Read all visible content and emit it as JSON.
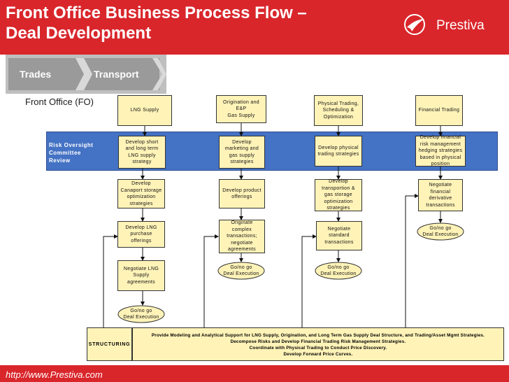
{
  "header": {
    "title_line1": "Front Office Business Process Flow –",
    "title_line2": "Deal Development",
    "brand": "Prestiva",
    "colors": {
      "accent": "#d9262b",
      "band": "#4472c4",
      "box": "#fff3b8"
    }
  },
  "nav": {
    "tabs": [
      {
        "label": "Trades"
      },
      {
        "label": "Transport"
      }
    ]
  },
  "lane": {
    "label": "Front Office (FO)"
  },
  "band": {
    "label_line1": "Risk Oversight",
    "label_line2": "Committee",
    "label_line3": "Review"
  },
  "columns": [
    {
      "header": [
        "LNG Supply"
      ],
      "steps": [
        [
          "Develop short",
          "and long term",
          "LNG supply",
          "strategy"
        ],
        [
          "Develop",
          "Canaport storage",
          "optimization",
          "strategies"
        ],
        [
          "Develop LNG",
          "purchase",
          "offerings"
        ],
        [
          "Negotiate LNG",
          "Supply",
          "agreements"
        ]
      ],
      "decision": [
        "Go/no go",
        "Deal Execution"
      ]
    },
    {
      "header": [
        "Origination and E&P",
        "Gas Supply"
      ],
      "steps": [
        [
          "Develop",
          "marketing and",
          "gas supply",
          "strategies"
        ],
        [
          "Develop product",
          "offerings"
        ],
        [
          "Originate",
          "complex",
          "transactions;",
          "negotiate",
          "agreements"
        ]
      ],
      "decision": [
        "Go/no go",
        "Deal Execution"
      ]
    },
    {
      "header": [
        "Physical Trading,",
        "Scheduling &",
        "Optimization"
      ],
      "steps": [
        [
          "Develop physical",
          "trading strategies"
        ],
        [
          "Develop",
          "transportion &",
          "gas storage",
          "optimization",
          "strategies"
        ],
        [
          "Negotiate",
          "standard",
          "transactions"
        ]
      ],
      "decision": [
        "Go/no go",
        "Deal Execution"
      ]
    },
    {
      "header": [
        "Financial Trading"
      ],
      "steps": [
        [
          "Develop financial",
          "risk management",
          "hedging strategies",
          "based in physical",
          "position"
        ],
        [
          "Negotiate",
          "financial",
          "derivative",
          "transactions"
        ]
      ],
      "decision": [
        "Go/no go",
        "Deal Execution"
      ]
    }
  ],
  "structuring": {
    "label": "STRUCTURING",
    "lines": [
      "Provide Modeling and Analytical Support for LNG Supply, Origination, and Long Term Gas Supply Deal Structure, and Trading/Asset Mgmt Strategies.",
      "Decompose Risks and Develop Financial Trading Risk Management Strategies.",
      "Coordinate with Physical Trading to Conduct Price Discovery.",
      "Develop Forward Price Curves."
    ]
  },
  "footer": {
    "url": "http://www.Prestiva.com"
  }
}
